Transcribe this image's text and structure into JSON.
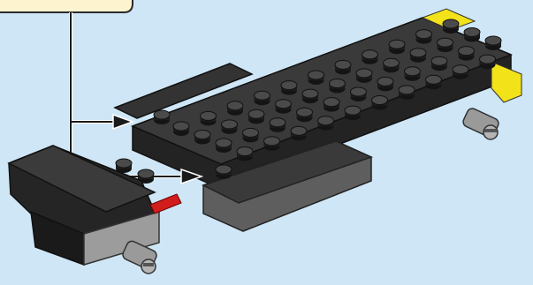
{
  "scene": {
    "background": "#cfe6f6",
    "callout_box": {
      "fill": "#fdf3cf",
      "stroke": "#2a2a2a"
    },
    "brick_colors": {
      "black_top": "#3a3a3a",
      "black_side": "#242424",
      "black_dark": "#1b1b1b",
      "grey_plate": "#5d5d5d",
      "light_grey": "#9a9a9a",
      "yellow": "#f2e21a",
      "red": "#d21d1d"
    },
    "icons": [
      "callout-box",
      "assembly-arrow",
      "axle-pin",
      "lego-stud"
    ]
  }
}
